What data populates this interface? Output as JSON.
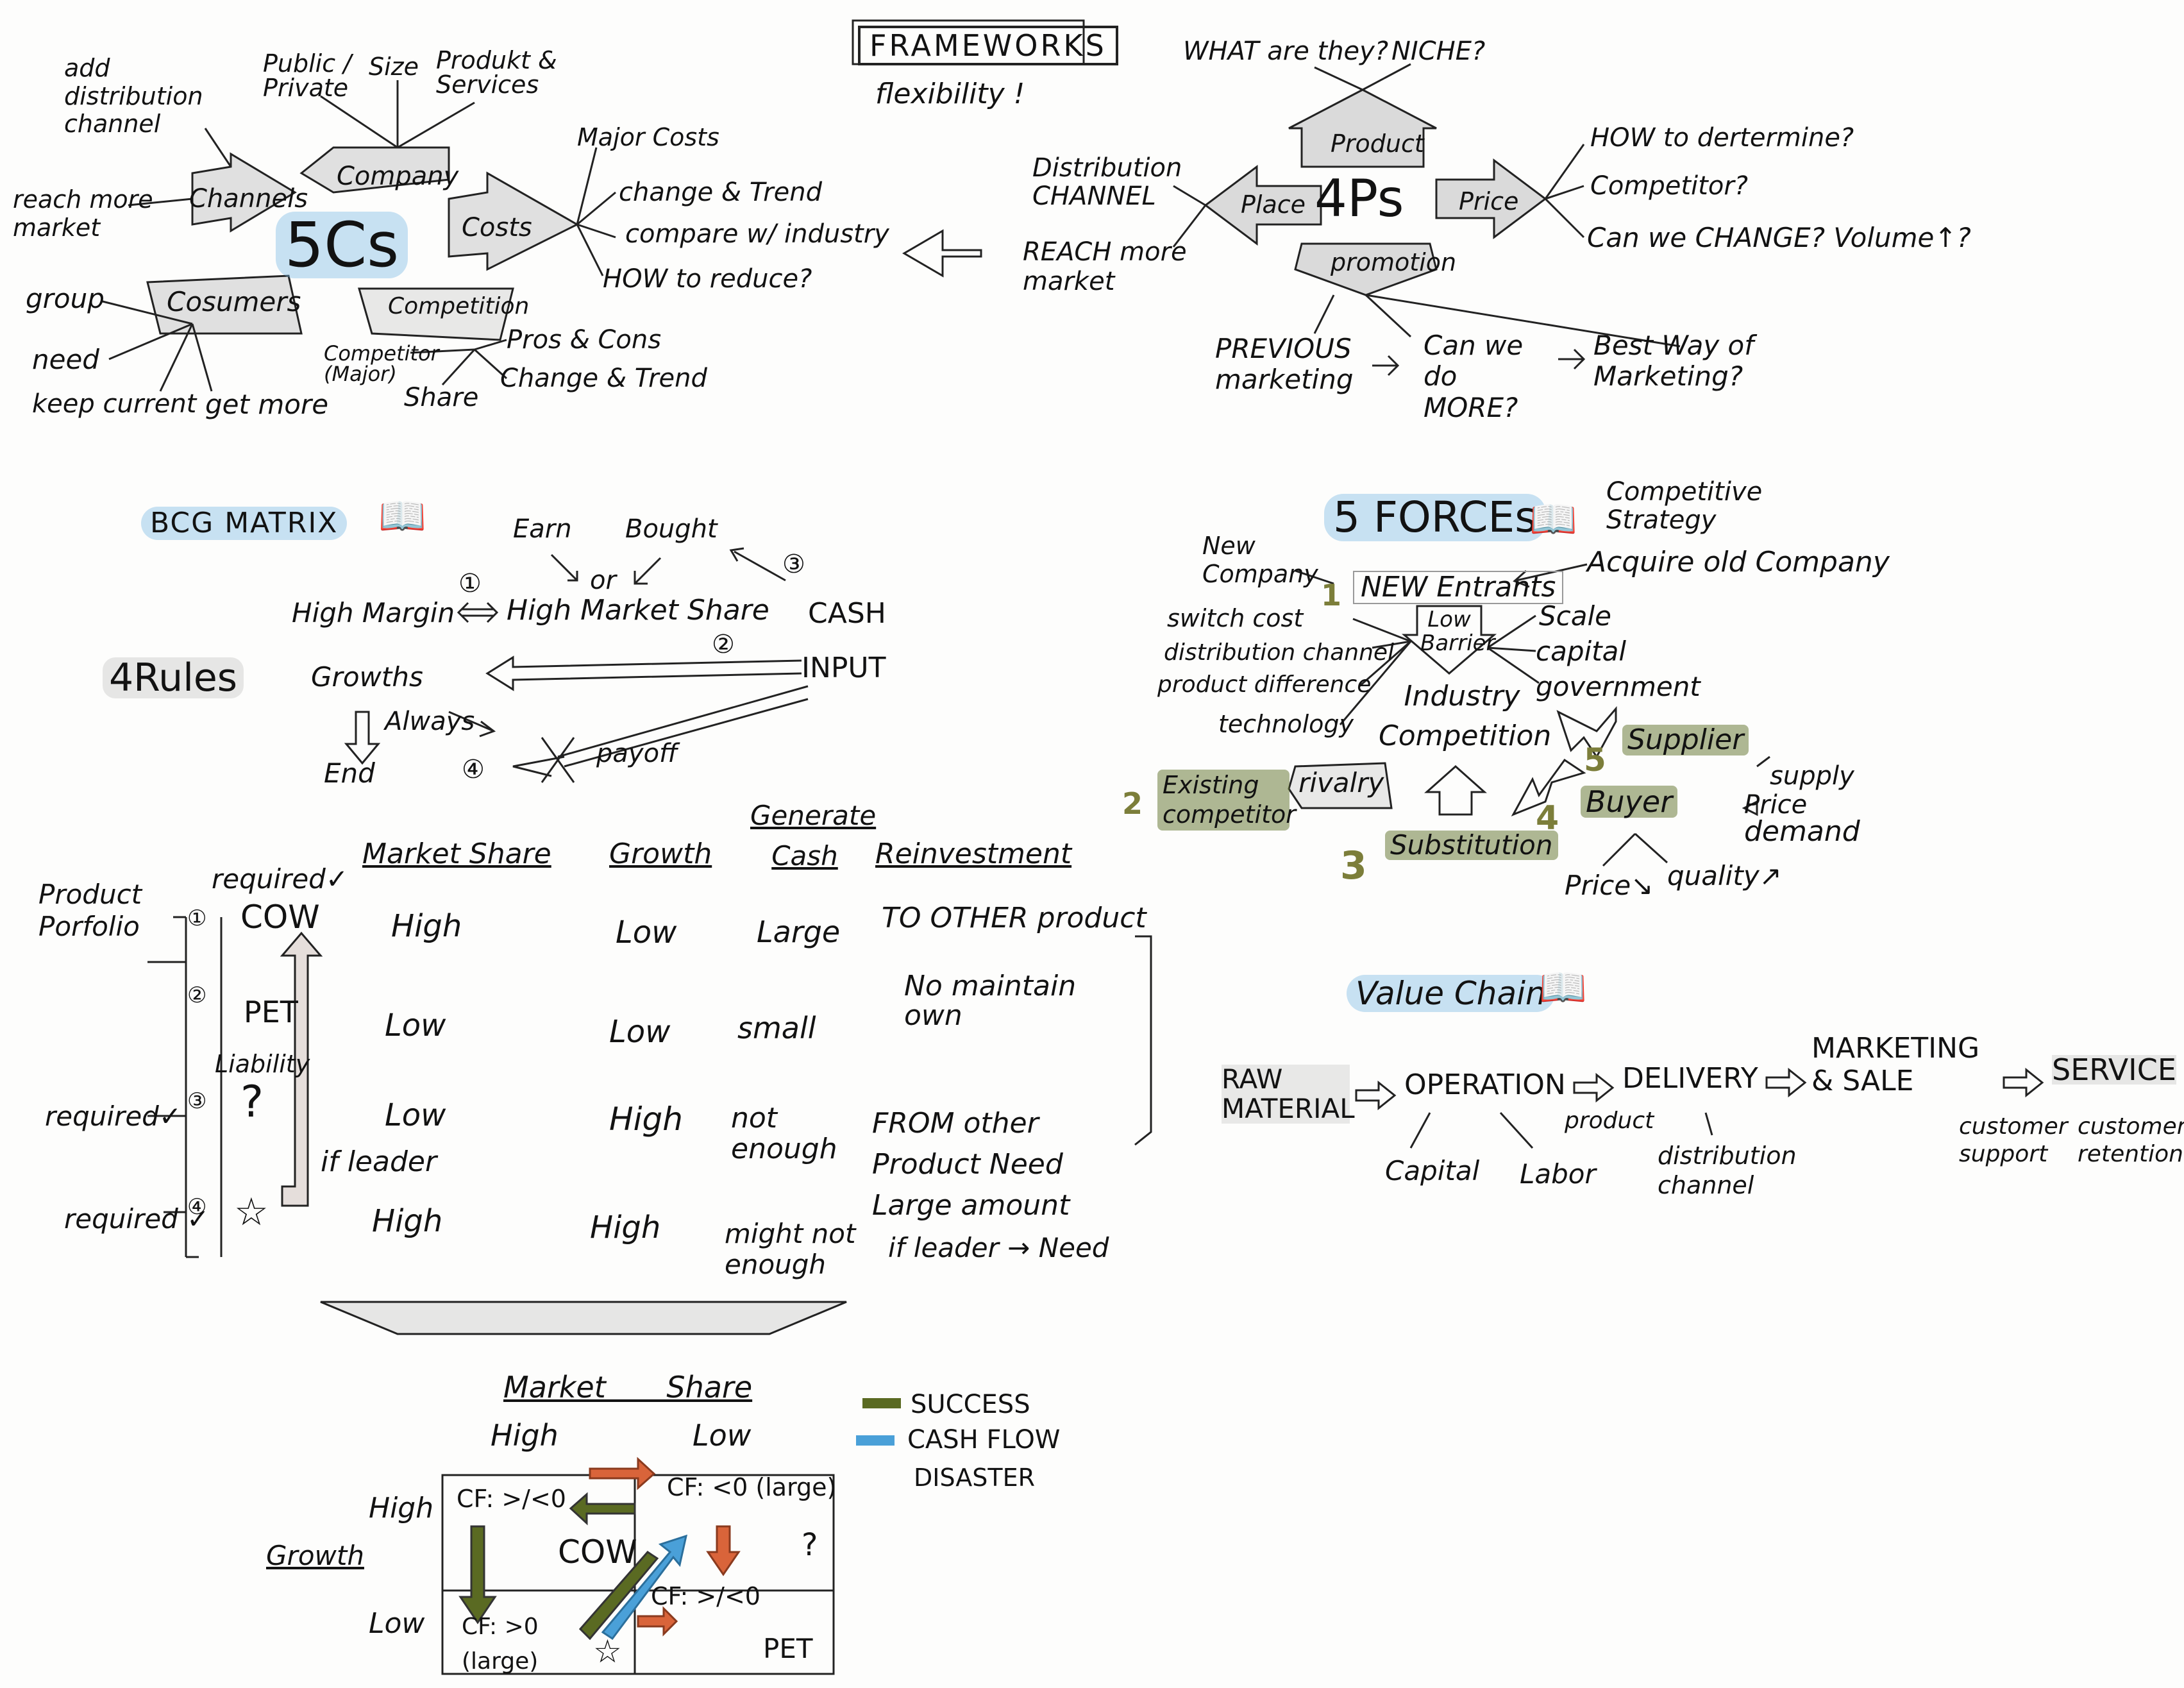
{
  "diagram": {
    "title": "FRAMEWORKS",
    "subtitle": "flexibility !",
    "colors": {
      "ink": "#121212",
      "highlight_blue": "#6eb4e1",
      "highlight_green": "#6e7d3c",
      "arrow_orange": "#d9643a",
      "arrow_green": "#5a6a22",
      "arrow_blue": "#4aa0d8"
    },
    "five_cs": {
      "title": "5Cs",
      "company": {
        "label": "Company",
        "branches": [
          "Public / Private",
          "Size",
          "Produkt & Services"
        ]
      },
      "channels": {
        "label": "Channels",
        "branches": [
          "add distribution channel",
          "reach more market"
        ]
      },
      "costs": {
        "label": "Costs",
        "branches": [
          "Major Costs",
          "change & Trend",
          "compare w/ industry",
          "HOW to reduce?"
        ]
      },
      "consumers": {
        "label": "Cosumers",
        "branches": [
          "group",
          "need",
          "keep current",
          "get more"
        ]
      },
      "competition": {
        "label": "Competition",
        "branches": [
          "Competitor (Major)",
          "Share",
          "Pros & Cons",
          "Change & Trend"
        ]
      }
    },
    "four_ps": {
      "title": "4Ps",
      "product": {
        "label": "Product",
        "branches": [
          "WHAT are they?",
          "NICHE?"
        ]
      },
      "place": {
        "label": "Place",
        "branches": [
          "Distribution CHANNEL",
          "REACH more market"
        ]
      },
      "price": {
        "label": "Price",
        "branches": [
          "HOW to dertermine?",
          "Competitor?",
          "Can we CHANGE? Volume↑?"
        ]
      },
      "promotion": {
        "label": "promotion",
        "flow": [
          "PREVIOUS marketing",
          "Can we do MORE?",
          "Best Way of Marketing?"
        ]
      }
    },
    "bcg": {
      "title": "BCG MATRIX",
      "rules_title": "4Rules",
      "earn": "Earn",
      "or": "or",
      "bought": "Bought",
      "high_margin": "High Margin",
      "high_market_share": "High Market Share",
      "cash": "CASH",
      "input": "INPUT",
      "growths": "Growths",
      "always": "Always",
      "end": "End",
      "payoff": "payoff",
      "circle_numbers": [
        "①",
        "②",
        "③",
        "④"
      ]
    },
    "portfolio": {
      "label": "Product Porfolio",
      "headers": [
        "Market Share",
        "Growth",
        "Generate Cash",
        "Reinvestment"
      ],
      "rows": [
        {
          "num": "①",
          "name": "COW",
          "note": "required✓",
          "market_share": "High",
          "growth": "Low",
          "cash": "Large",
          "reinvest": "TO OTHER product"
        },
        {
          "num": "②",
          "name": "PET",
          "note": "Liability",
          "market_share": "Low",
          "growth": "Low",
          "cash": "small",
          "reinvest": "No maintain own"
        },
        {
          "num": "③",
          "name": "?",
          "note": "required✓",
          "market_share": "Low",
          "growth": "High",
          "cash": "not enough",
          "reinvest": "FROM other Product Need Large amount"
        },
        {
          "num": "④",
          "name": "☆",
          "note": "required ✓",
          "market_share": "High",
          "growth": "High",
          "cash": "might not enough",
          "reinvest": "if leader → Need"
        }
      ],
      "if_leader": "if leader"
    },
    "matrix": {
      "axis_x": "Market Share",
      "x_high": "High",
      "x_low": "Low",
      "axis_y": "Growth",
      "y_high": "High",
      "y_low": "Low",
      "cells": {
        "top_left": "CF: >/<0",
        "top_right": "CF: <0 (large)",
        "center": "COW",
        "question": "?",
        "bottom_left": "CF: >0 (large)",
        "bottom_middle": "CF: >/<0",
        "star": "☆",
        "pet": "PET"
      },
      "legend": [
        "SUCCESS",
        "CASH FLOW",
        "DISASTER"
      ]
    },
    "five_forces": {
      "title": "5 FORCEs",
      "book_note": "Competitive Strategy",
      "new_company": "New Company",
      "new_entrants": "NEW Entrants",
      "acquire": "Acquire old Company",
      "low_barrier": "Low Barrier",
      "barrier_left": [
        "switch cost",
        "distribution channel",
        "product difference",
        "technology"
      ],
      "barrier_right": [
        "Scale",
        "capital",
        "government"
      ],
      "industry_competition": "Industry Competition",
      "rivalry": "rivalry",
      "existing": "Existing competitor",
      "substitution": "Substitution",
      "supplier": "Supplier",
      "buyer": "Buyer",
      "supplier_notes": [
        "supply",
        "Price",
        "demand"
      ],
      "buyer_notes": [
        "Price↘",
        "quality↗"
      ],
      "numbers": [
        "1",
        "2",
        "3",
        "4",
        "5"
      ]
    },
    "value_chain": {
      "title": "Value Chain",
      "steps": [
        "RAW MATERIAL",
        "OPERATION",
        "DELIVERY",
        "MARKETING & SALE",
        "SERVICE"
      ],
      "operation_notes": [
        "Capital",
        "Labor"
      ],
      "delivery_notes": [
        "product",
        "distribution channel"
      ],
      "service_notes": [
        "customer support",
        "customer retention"
      ]
    }
  }
}
